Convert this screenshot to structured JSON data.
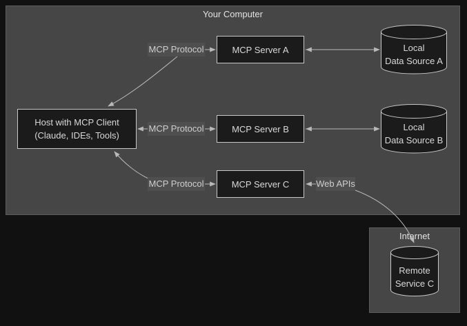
{
  "clusters": {
    "your_computer": {
      "label": "Your Computer"
    },
    "internet": {
      "label": "Internet"
    }
  },
  "nodes": {
    "host": {
      "line1": "Host with MCP Client",
      "line2": "(Claude, IDEs, Tools)"
    },
    "server_a": {
      "label": "MCP Server A"
    },
    "server_b": {
      "label": "MCP Server B"
    },
    "server_c": {
      "label": "MCP Server C"
    },
    "data_source_a": {
      "line1": "Local",
      "line2": "Data Source A"
    },
    "data_source_b": {
      "line1": "Local",
      "line2": "Data Source B"
    },
    "remote_service_c": {
      "line1": "Remote",
      "line2": "Service C"
    }
  },
  "edge_labels": {
    "mcp_protocol_a": "MCP Protocol",
    "mcp_protocol_b": "MCP Protocol",
    "mcp_protocol_c": "MCP Protocol",
    "web_apis": "Web APIs"
  },
  "colors": {
    "page_background": "#111111",
    "cluster_background": "#464646",
    "cluster_border": "#5c5c5c",
    "node_background": "#1b1b1b",
    "node_border": "#c9c9c9",
    "edge_line": "#b9b9b9",
    "edge_label_background": "#4f4f4f",
    "text": "#d9d9d9"
  }
}
